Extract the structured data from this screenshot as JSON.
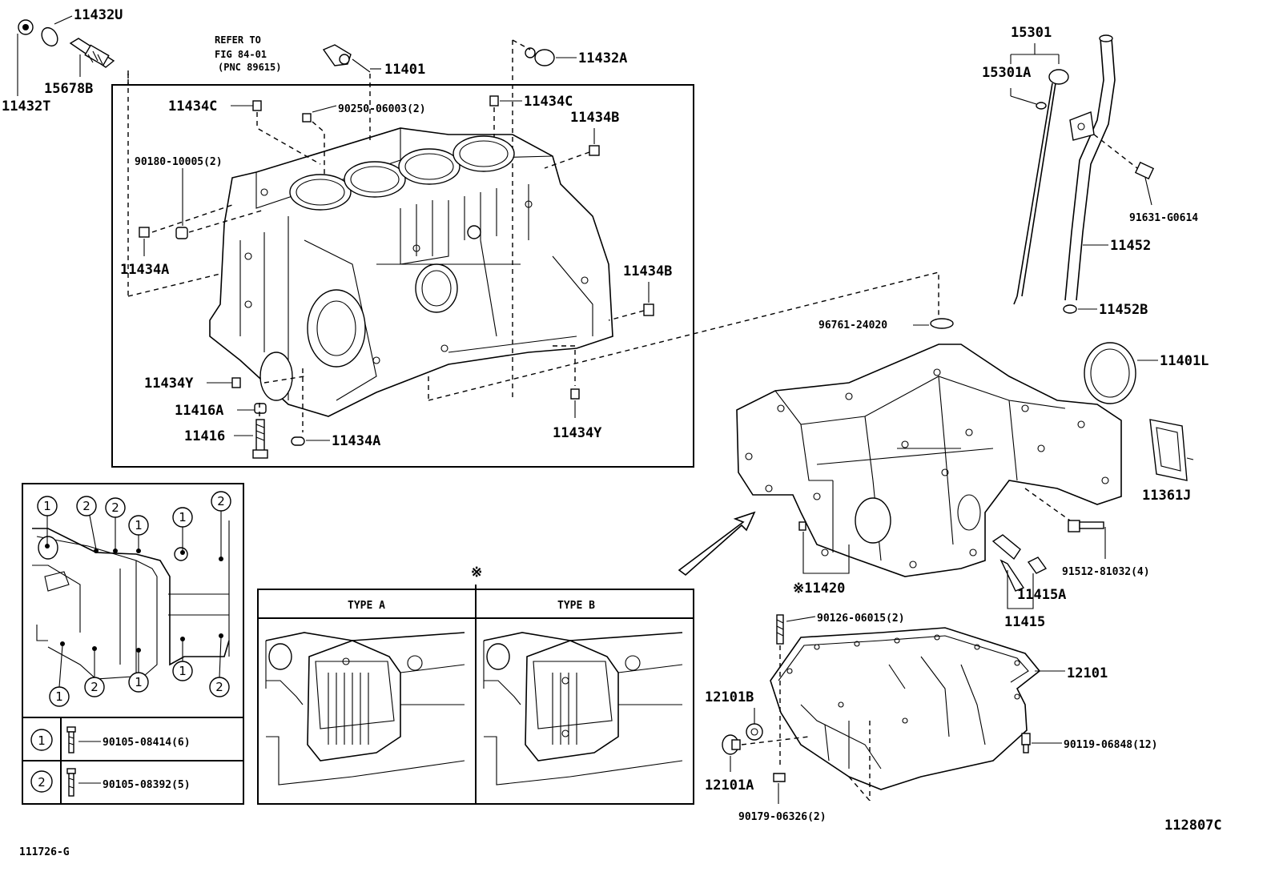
{
  "labels": {
    "p11432U": "11432U",
    "p11432T": "11432T",
    "p15678B": "15678B",
    "refer1": "REFER TO",
    "refer2": "FIG 84-01",
    "refer3": "(PNC 89615)",
    "p11401": "11401",
    "p11432A": "11432A",
    "p11434C_left": "11434C",
    "p90250": "90250-06003(2)",
    "p11434C_right": "11434C",
    "p11434B_top": "11434B",
    "p90180": "90180-10005(2)",
    "p11434A_left": "11434A",
    "p11434B_right": "11434B",
    "p11434Y_left": "11434Y",
    "p11416A": "11416A",
    "p11416": "11416",
    "p11434A_bottom": "11434A",
    "p11434Y_right": "11434Y",
    "p15301": "15301",
    "p15301A": "15301A",
    "p91631": "91631-G0614",
    "p11452": "11452",
    "p11452B": "11452B",
    "p96761": "96761-24020",
    "p11401L": "11401L",
    "p11361J": "11361J",
    "p91512": "91512-81032(4)",
    "p11420": "※11420",
    "p11415A": "11415A",
    "p11415": "11415",
    "p90126": "90126-06015(2)",
    "p12101": "12101",
    "p12101B": "12101B",
    "p12101A": "12101A",
    "p90119": "90119-06848(12)",
    "p90179": "90179-06326(2)",
    "ref_mark": "※",
    "type_a": "TYPE A",
    "type_b": "TYPE B",
    "bolt1_num": "1",
    "bolt2_num": "2",
    "bolt1_part": "90105-08414(6)",
    "bolt2_part": "90105-08392(5)"
  },
  "footer": {
    "left_code": "111726-G",
    "right_code": "112807C"
  }
}
